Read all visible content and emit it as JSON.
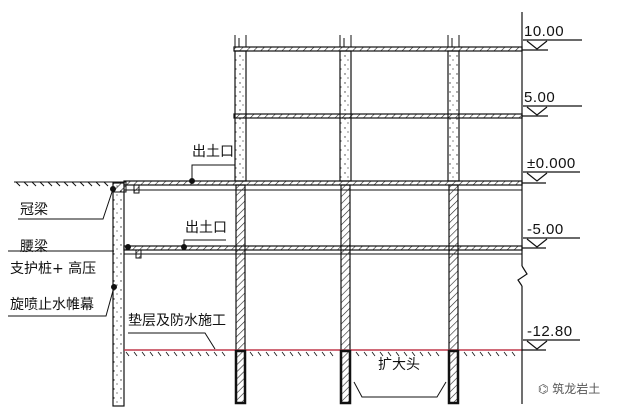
{
  "diagram": {
    "type": "construction-section",
    "description": "Excavation support section: support pile with high-pressure jet grouting water curtain, crown beam, waist beam, 3-bay frame structure with slabs, muck exits, base cushion & waterproofing, enlarged pile heads",
    "labels": {
      "crown_beam": "冠梁",
      "waist_beam": "腰梁",
      "support_pile_line1": "支护桩+ 高压",
      "support_pile_line2": "旋喷止水帷幕",
      "muck_exit_upper": "出土口",
      "muck_exit_lower": "出土口",
      "cushion_waterproof": "垫层及防水施工",
      "enlarged_head": "扩大头"
    },
    "elevations": [
      {
        "id": "e10",
        "text": "10.00"
      },
      {
        "id": "e5",
        "text": "5.00"
      },
      {
        "id": "e0",
        "text": "±0.000"
      },
      {
        "id": "em5",
        "text": "-5.00"
      },
      {
        "id": "em128",
        "text": "-12.80"
      }
    ],
    "watermark": "筑龙岩土",
    "colors": {
      "line": "#111111",
      "base_line": "#c0394b",
      "background": "#ffffff"
    }
  }
}
